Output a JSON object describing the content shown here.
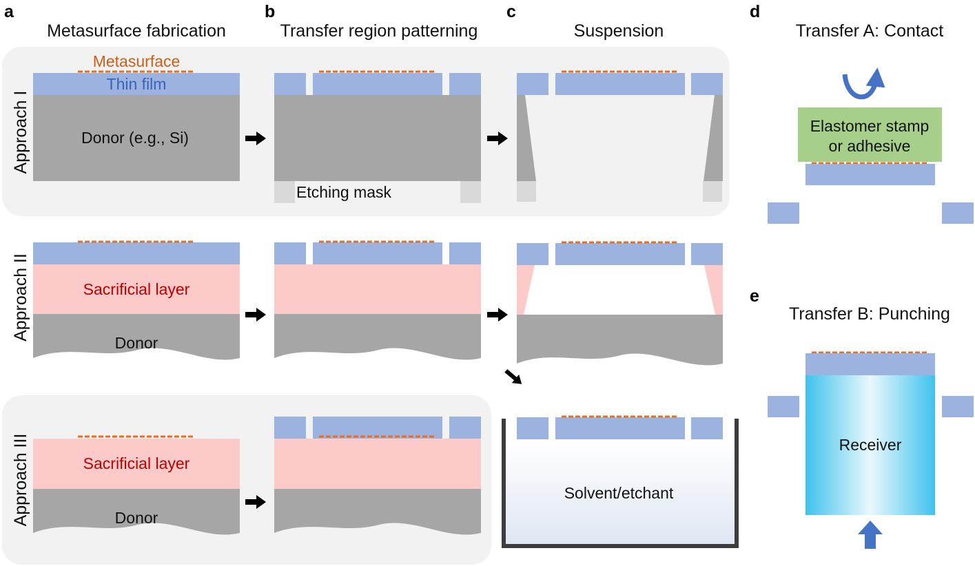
{
  "colors": {
    "film": "#9db3df",
    "donor": "#a6a6a6",
    "sacrificial": "#fdcaca",
    "metasurface": "#e86d1f",
    "mask": "#d9d9d9",
    "panel": "#f2f2f2",
    "stamp": "#a6d08a",
    "receiver": "#43c3ee",
    "bath": "#e4eaf4",
    "arrow_blue": "#4472c4",
    "metasurface_text": "#d35d12",
    "film_text": "#3a63b8",
    "sacrificial_text": "#c00000"
  },
  "panels": [
    {
      "letter": "a",
      "title": "Metasurface fabrication"
    },
    {
      "letter": "b",
      "title": "Transfer region patterning"
    },
    {
      "letter": "c",
      "title": "Suspension"
    },
    {
      "letter": "d",
      "title": "Transfer A: Contact"
    },
    {
      "letter": "e",
      "title": "Transfer B: Punching"
    }
  ],
  "approaches": [
    "Approach I",
    "Approach II",
    "Approach III"
  ],
  "labels": {
    "metasurface": "Metasurface",
    "thin_film": "Thin film",
    "donor_si": "Donor (e.g., Si)",
    "etching_mask": "Etching mask",
    "sacrificial": "Sacrificial layer",
    "donor": "Donor",
    "solvent": "Solvent/etchant",
    "stamp_line1": "Elastomer stamp",
    "stamp_line2": "or adhesive",
    "receiver": "Receiver"
  }
}
